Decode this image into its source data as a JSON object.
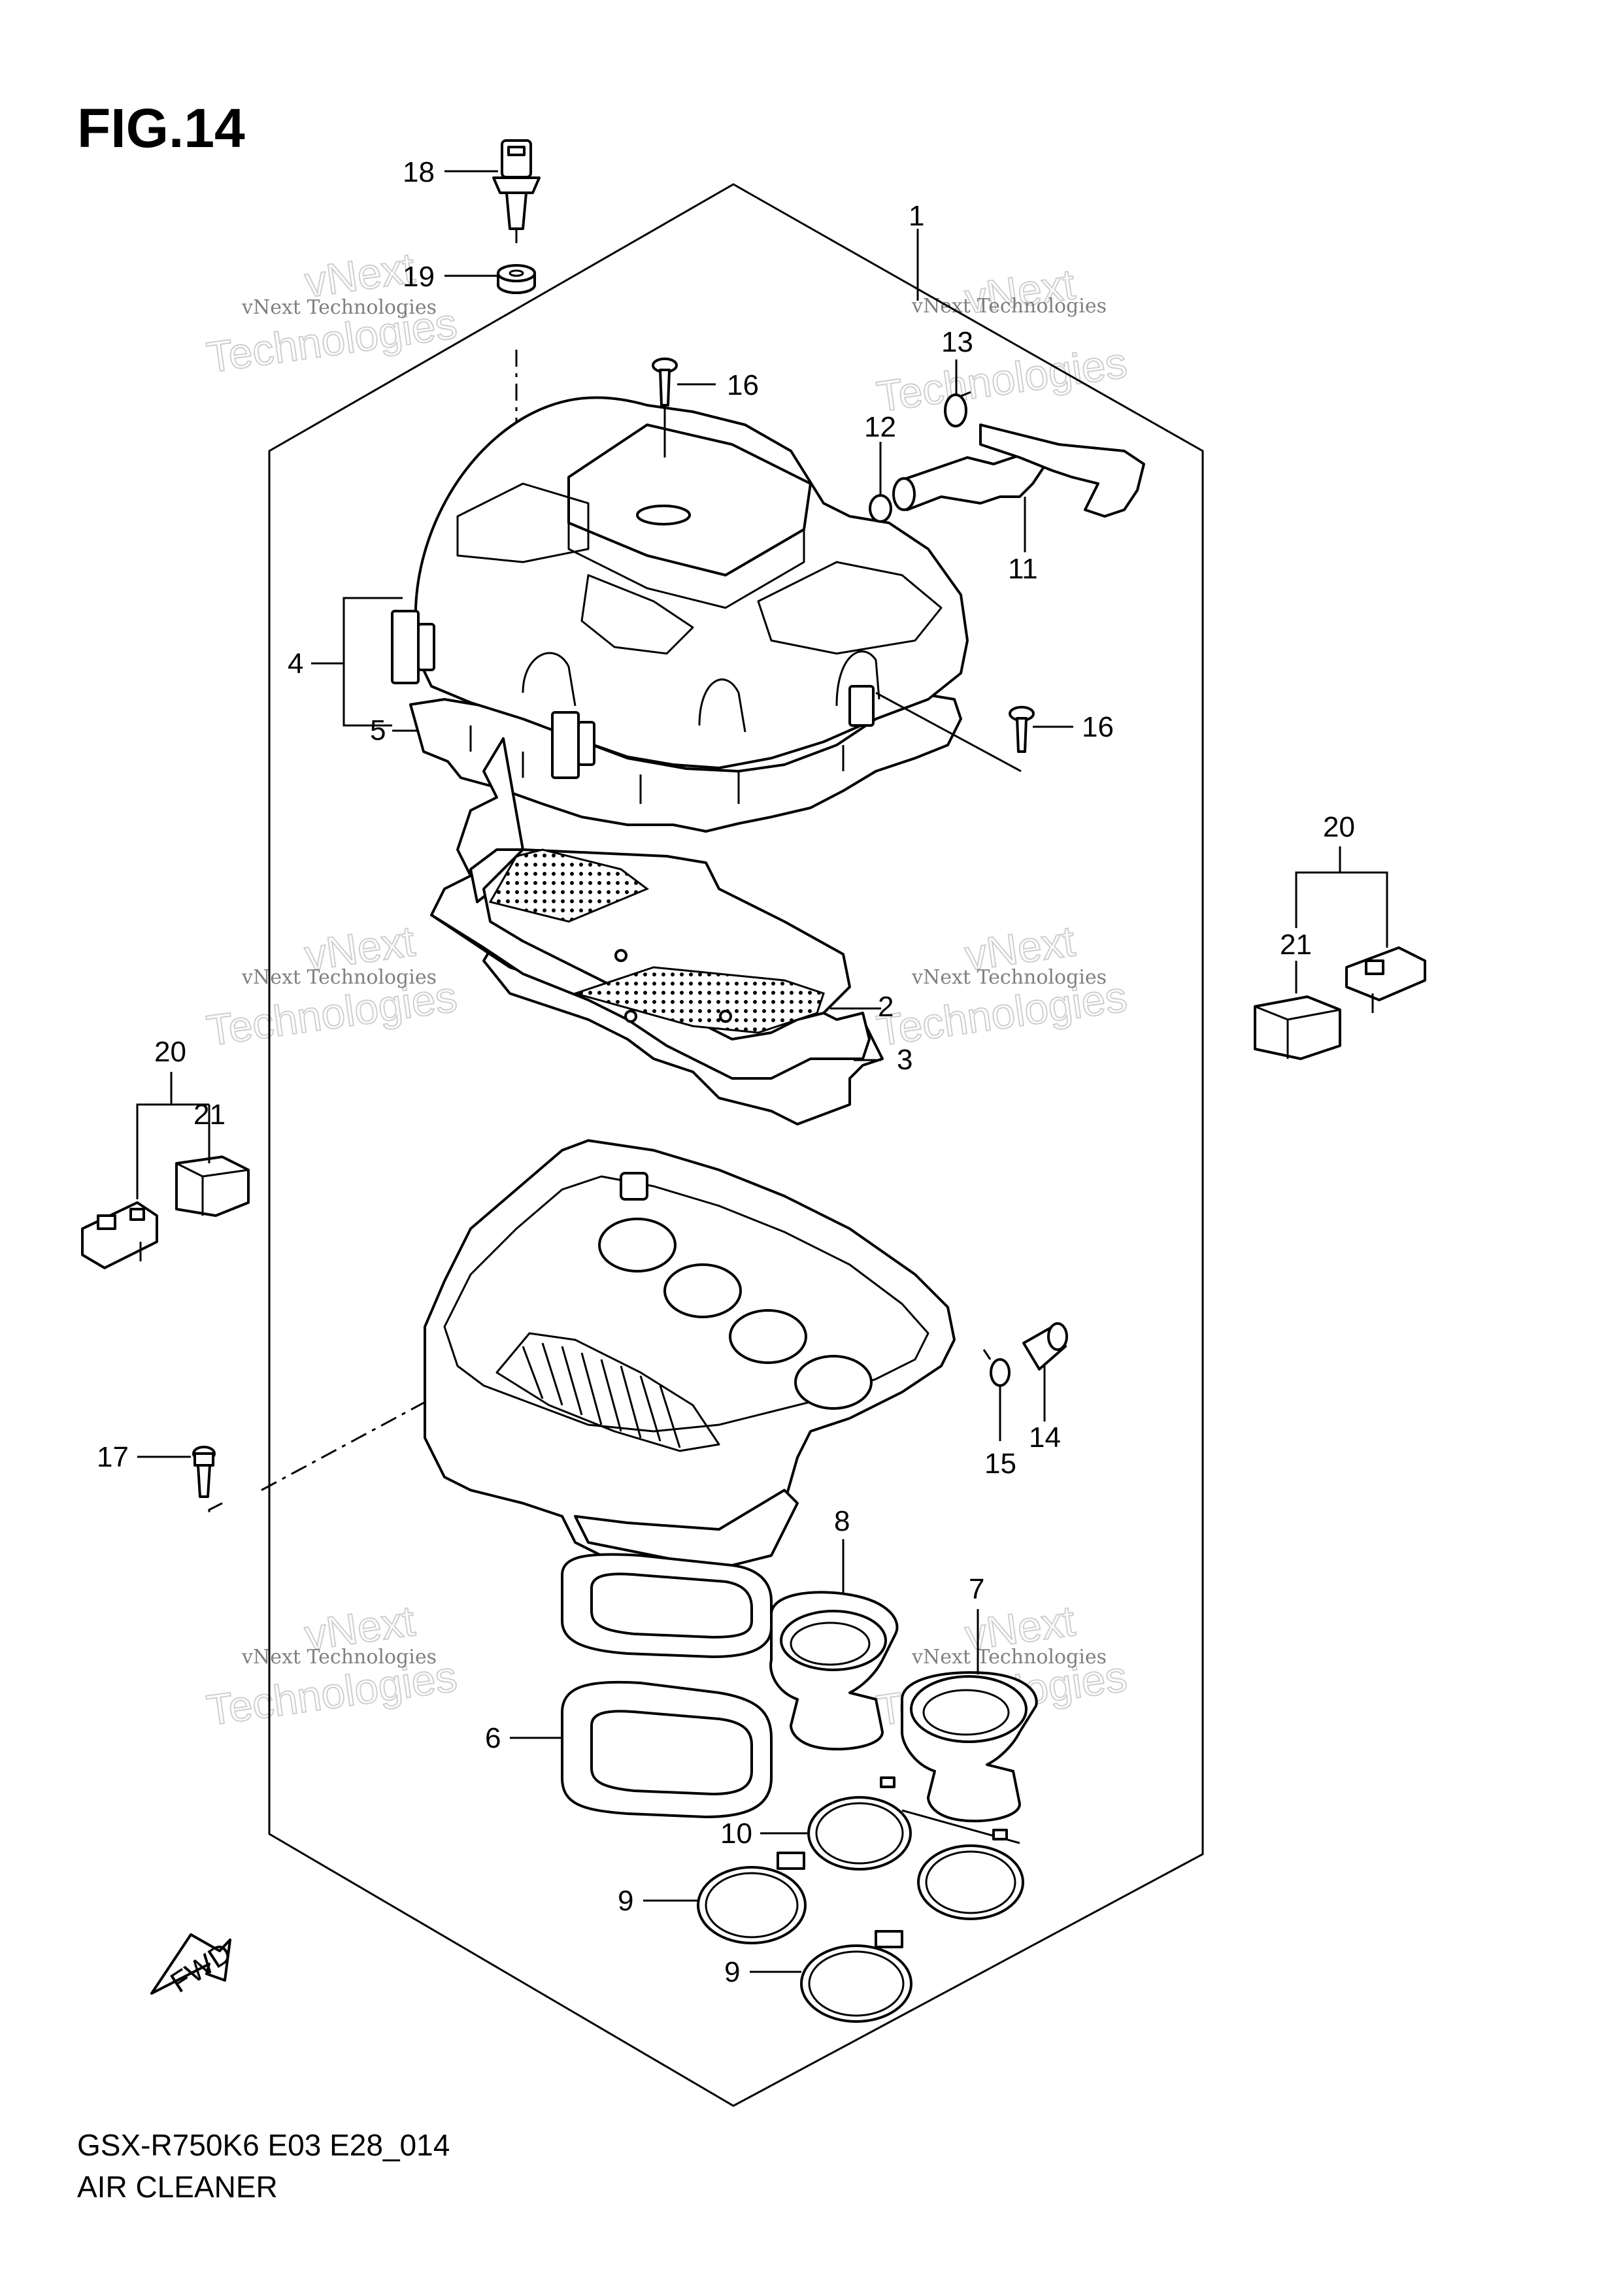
{
  "figure": {
    "title": "FIG.14",
    "model_code": "GSX-R750K6 E03 E28_014",
    "caption": "AIR CLEANER",
    "fwd_label": "FWD"
  },
  "watermark": {
    "line1": "vNext Technologies",
    "line2": "vNext",
    "line3": "Technologies"
  },
  "callouts": [
    {
      "id": "1",
      "label": "1"
    },
    {
      "id": "2",
      "label": "2"
    },
    {
      "id": "3",
      "label": "3"
    },
    {
      "id": "4",
      "label": "4"
    },
    {
      "id": "5",
      "label": "5"
    },
    {
      "id": "6",
      "label": "6"
    },
    {
      "id": "7",
      "label": "7"
    },
    {
      "id": "8",
      "label": "8"
    },
    {
      "id": "9a",
      "label": "9"
    },
    {
      "id": "9b",
      "label": "9"
    },
    {
      "id": "10",
      "label": "10"
    },
    {
      "id": "11",
      "label": "11"
    },
    {
      "id": "12",
      "label": "12"
    },
    {
      "id": "13",
      "label": "13"
    },
    {
      "id": "14",
      "label": "14"
    },
    {
      "id": "15",
      "label": "15"
    },
    {
      "id": "16a",
      "label": "16"
    },
    {
      "id": "16b",
      "label": "16"
    },
    {
      "id": "17",
      "label": "17"
    },
    {
      "id": "18",
      "label": "18"
    },
    {
      "id": "19",
      "label": "19"
    },
    {
      "id": "20a",
      "label": "20"
    },
    {
      "id": "20b",
      "label": "20"
    },
    {
      "id": "21a",
      "label": "21"
    },
    {
      "id": "21b",
      "label": "21"
    }
  ]
}
